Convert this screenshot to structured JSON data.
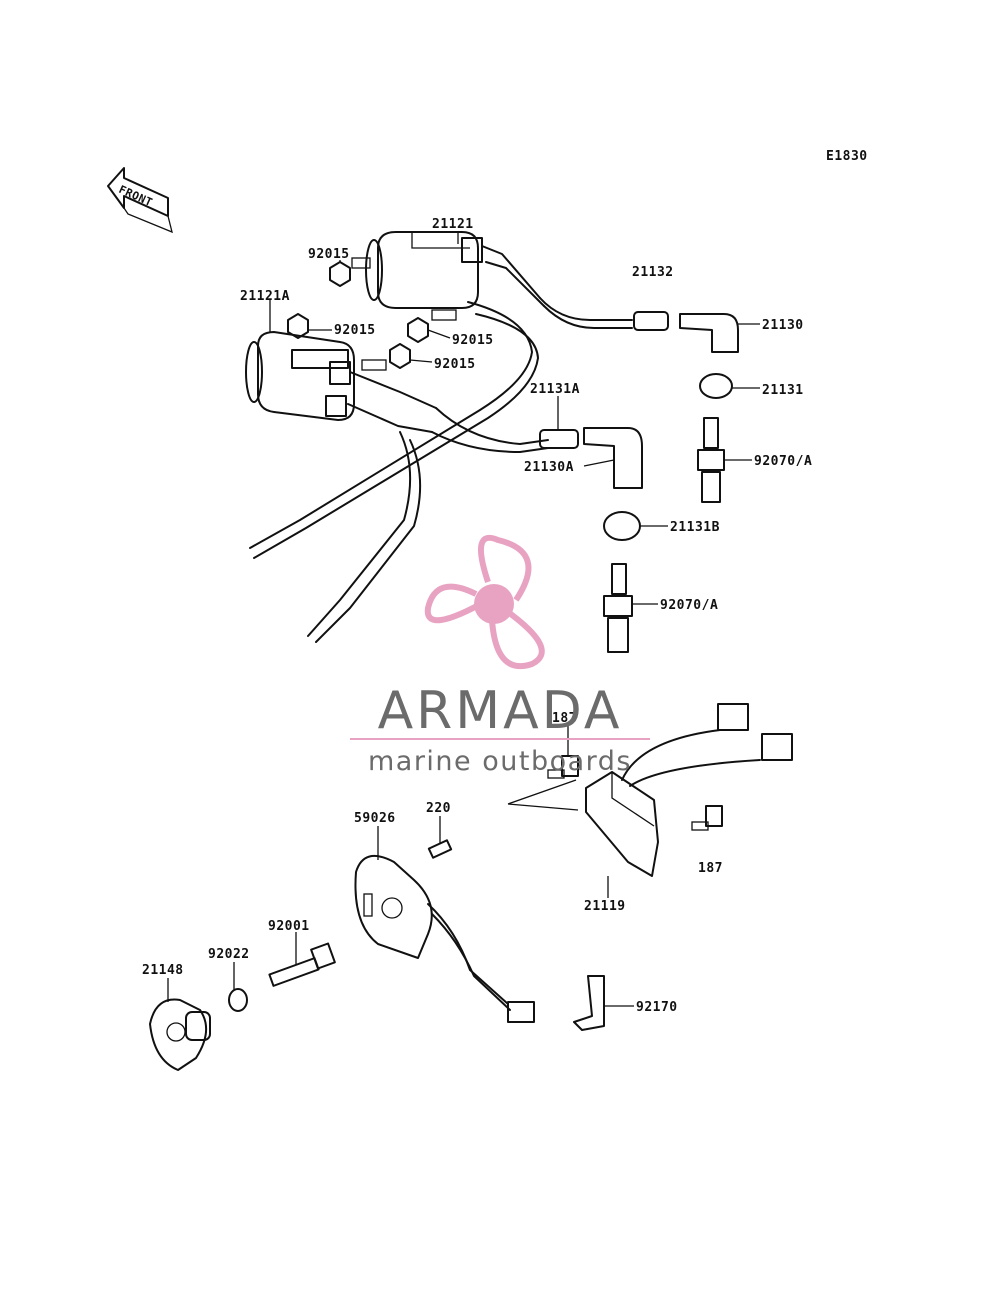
{
  "diagram": {
    "code": "E1830",
    "front_label": "FRONT",
    "parts": {
      "p21121": "21121",
      "p21121A": "21121A",
      "p92015_1": "92015",
      "p92015_2": "92015",
      "p92015_3": "92015",
      "p92015_4": "92015",
      "p21132": "21132",
      "p21130": "21130",
      "p21131": "21131",
      "p21131A": "21131A",
      "p21130A": "21130A",
      "p92070A_1": "92070/A",
      "p21131B": "21131B",
      "p92070A_2": "92070/A",
      "p187_1": "187",
      "p187_2": "187",
      "p21119": "21119",
      "p59026": "59026",
      "p220": "220",
      "p92001": "92001",
      "p92022": "92022",
      "p21148": "21148",
      "p92170": "92170"
    }
  },
  "watermark": {
    "brand": "ARMADA",
    "tagline": "marine outboards",
    "accent_color": "#e8a3c3"
  }
}
